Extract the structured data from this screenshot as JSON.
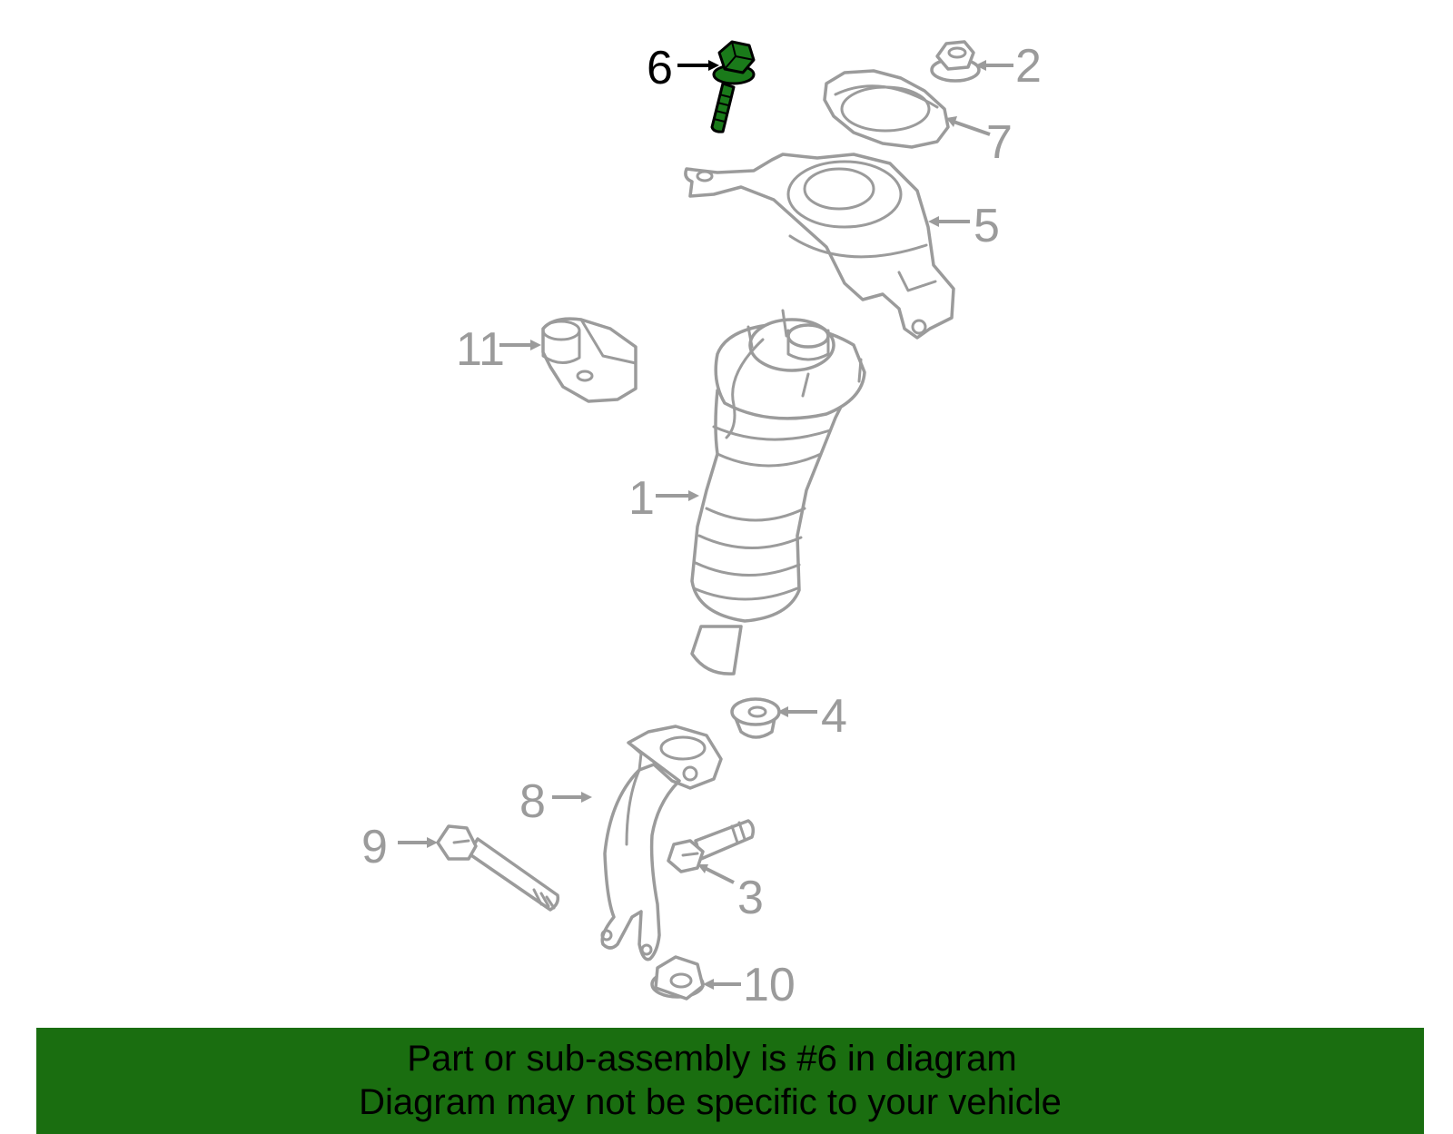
{
  "diagram": {
    "highlighted_part": "6",
    "callouts": [
      {
        "id": "c6",
        "label": "6",
        "highlighted": true
      },
      {
        "id": "c2",
        "label": "2",
        "highlighted": false
      },
      {
        "id": "c7",
        "label": "7",
        "highlighted": false
      },
      {
        "id": "c5",
        "label": "5",
        "highlighted": false
      },
      {
        "id": "c11",
        "label": "11",
        "highlighted": false
      },
      {
        "id": "c1",
        "label": "1",
        "highlighted": false
      },
      {
        "id": "c4",
        "label": "4",
        "highlighted": false
      },
      {
        "id": "c8",
        "label": "8",
        "highlighted": false
      },
      {
        "id": "c9",
        "label": "9",
        "highlighted": false
      },
      {
        "id": "c3",
        "label": "3",
        "highlighted": false
      },
      {
        "id": "c10",
        "label": "10",
        "highlighted": false
      }
    ],
    "colors": {
      "highlight_fill": "#1a7a1a",
      "part_outline": "#9b9b9b",
      "banner_background": "#1a6e10"
    }
  },
  "banner": {
    "line1": "Part or sub-assembly is #6 in diagram",
    "line2": "Diagram may not be specific to your vehicle"
  }
}
